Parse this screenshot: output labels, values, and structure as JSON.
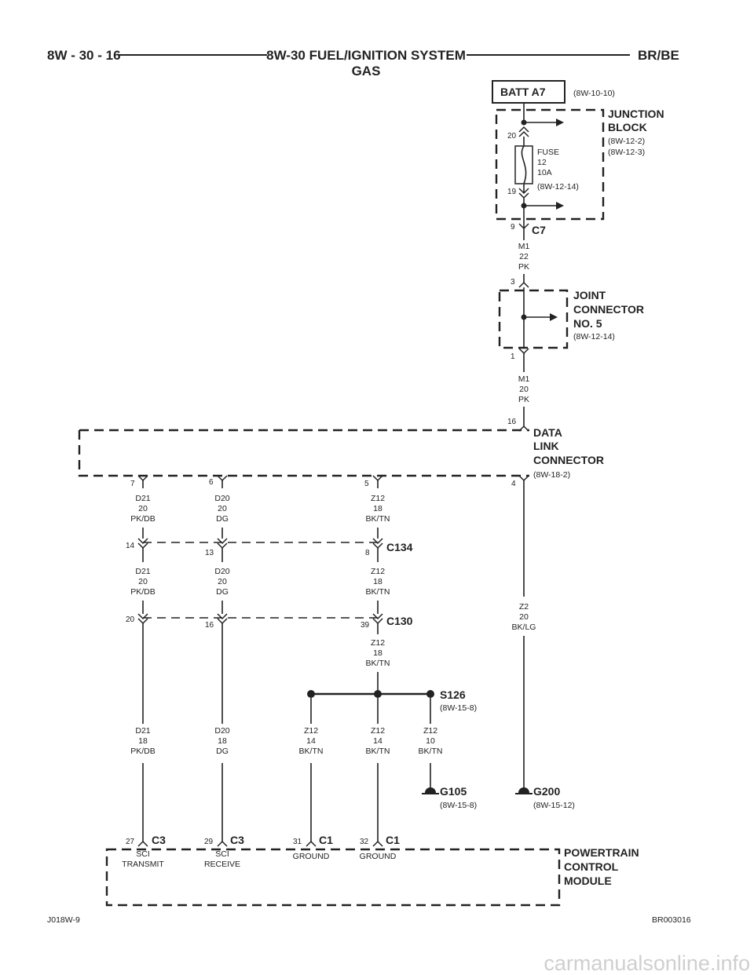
{
  "header": {
    "page_ref": "8W - 30 - 16",
    "title": "8W-30 FUEL/IGNITION SYSTEM",
    "subtitle": "GAS",
    "model": "BR/BE"
  },
  "footer": {
    "left_code": "J018W-9",
    "right_code": "BR003016",
    "watermark": "carmanualsonline.info"
  },
  "battery": {
    "label": "BATT A7",
    "ref": "(8W-10-10)"
  },
  "junction_block": {
    "name_line1": "JUNCTION",
    "name_line2": "BLOCK",
    "ref1": "(8W-12-2)",
    "ref2": "(8W-12-3)",
    "pin_in": "20",
    "pin_out": "19",
    "fuse": {
      "label": "FUSE",
      "number": "12",
      "rating": "10A",
      "ref": "(8W-12-14)"
    }
  },
  "c7": {
    "label": "C7",
    "pin": "9"
  },
  "wire_m1_upper": {
    "circuit": "M1",
    "gauge": "22",
    "color": "PK"
  },
  "joint_connector": {
    "line1": "JOINT",
    "line2": "CONNECTOR",
    "line3": "NO. 5",
    "ref": "(8W-12-14)",
    "pin_top": "3",
    "pin_bottom": "1"
  },
  "wire_m1_lower": {
    "circuit": "M1",
    "gauge": "20",
    "color": "PK"
  },
  "data_link_connector": {
    "line1": "DATA",
    "line2": "LINK",
    "line3": "CONNECTOR",
    "ref": "(8W-18-2)",
    "pin_power": "16",
    "pins": [
      "7",
      "6",
      "5",
      "4"
    ]
  },
  "wires_dlc_to_c134": [
    {
      "circuit": "D21",
      "gauge": "20",
      "color": "PK/DB"
    },
    {
      "circuit": "D20",
      "gauge": "20",
      "color": "DG"
    },
    {
      "circuit": "Z12",
      "gauge": "18",
      "color": "BK/TN"
    }
  ],
  "c134": {
    "label": "C134",
    "pins": [
      "14",
      "13",
      "8"
    ]
  },
  "wires_c134_to_c130": [
    {
      "circuit": "D21",
      "gauge": "20",
      "color": "PK/DB"
    },
    {
      "circuit": "D20",
      "gauge": "20",
      "color": "DG"
    },
    {
      "circuit": "Z12",
      "gauge": "18",
      "color": "BK/TN"
    }
  ],
  "c130": {
    "label": "C130",
    "pins": [
      "20",
      "16",
      "39"
    ]
  },
  "wire_z12_c130_s126": {
    "circuit": "Z12",
    "gauge": "18",
    "color": "BK/TN"
  },
  "wire_z2": {
    "circuit": "Z2",
    "gauge": "20",
    "color": "BK/LG"
  },
  "s126": {
    "label": "S126",
    "ref": "(8W-15-8)"
  },
  "wires_lower": [
    {
      "circuit": "D21",
      "gauge": "18",
      "color": "PK/DB"
    },
    {
      "circuit": "D20",
      "gauge": "18",
      "color": "DG"
    },
    {
      "circuit": "Z12",
      "gauge": "14",
      "color": "BK/TN"
    },
    {
      "circuit": "Z12",
      "gauge": "14",
      "color": "BK/TN"
    },
    {
      "circuit": "Z12",
      "gauge": "10",
      "color": "BK/TN"
    }
  ],
  "g105": {
    "label": "G105",
    "ref": "(8W-15-8)"
  },
  "g200": {
    "label": "G200",
    "ref": "(8W-15-12)"
  },
  "pcm": {
    "line1": "POWERTRAIN",
    "line2": "CONTROL",
    "line3": "MODULE",
    "terminals": [
      {
        "pin": "27",
        "connector": "C3",
        "func1": "SCI",
        "func2": "TRANSMIT"
      },
      {
        "pin": "29",
        "connector": "C3",
        "func1": "SCI",
        "func2": "RECEIVE"
      },
      {
        "pin": "31",
        "connector": "C1",
        "func1": "GROUND",
        "func2": ""
      },
      {
        "pin": "32",
        "connector": "C1",
        "func1": "GROUND",
        "func2": ""
      }
    ]
  }
}
